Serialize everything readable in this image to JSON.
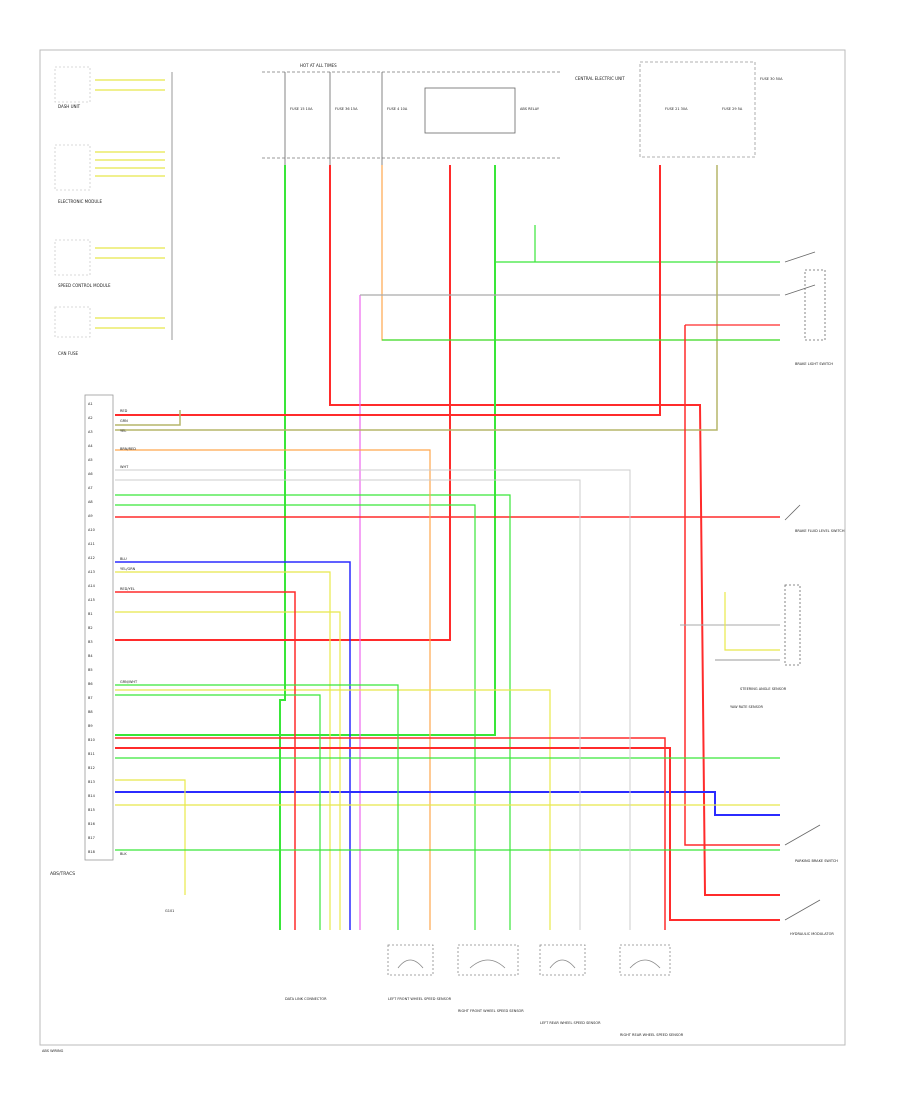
{
  "diagram": {
    "modules": {
      "dash_unit": {
        "label": "DASH UNIT"
      },
      "can_fuse": {
        "label": "CAN FUSE"
      },
      "hot_at_all_times": {
        "label": "HOT AT ALL TIMES"
      },
      "central_electric_unit": {
        "label": "CENTRAL ELECTRIC UNIT"
      },
      "electronic_module": {
        "label": "ELECTRONIC MODULE"
      },
      "speed_control_module": {
        "label": "SPEED CONTROL MODULE"
      },
      "abs_ecu": {
        "label": "ABS/TRACS"
      },
      "brake_light_switch": {
        "label": "BRAKE LIGHT SWITCH"
      },
      "steering_angle_sensor": {
        "label": "STEERING ANGLE SENSOR"
      },
      "yaw_rate_sensor": {
        "label": "YAW RATE SENSOR"
      },
      "brake_fluid_level": {
        "label": "BRAKE FLUID LEVEL SWITCH"
      },
      "parking_brake": {
        "label": "PARKING BRAKE SWITCH"
      },
      "hydraulic_modulator": {
        "label": "HYDRAULIC MODULATOR"
      },
      "lf_wheel_sensor": {
        "label": "LEFT FRONT WHEEL SPEED SENSOR"
      },
      "rf_wheel_sensor": {
        "label": "RIGHT FRONT WHEEL SPEED SENSOR"
      },
      "lr_wheel_sensor": {
        "label": "LEFT REAR WHEEL SPEED SENSOR"
      },
      "rr_wheel_sensor": {
        "label": "RIGHT REAR WHEEL SPEED SENSOR"
      },
      "data_link": {
        "label": "DATA LINK CONNECTOR"
      },
      "ground": {
        "label": "G101"
      }
    },
    "fuses": [
      {
        "label": "FUSE 15 10A"
      },
      {
        "label": "FUSE 36 15A"
      },
      {
        "label": "FUSE 4 10A"
      },
      {
        "label": "FUSE 21 30A"
      },
      {
        "label": "FUSE 29 5A"
      },
      {
        "label": "FUSE 30 50A"
      }
    ],
    "relay_label": "ABS RELAY",
    "wire_colors": {
      "red": "#ff2b2b",
      "green": "#39e639",
      "yellow": "#e8e84a",
      "blue": "#2b2bff",
      "orange": "#ffa64d",
      "magenta": "#ee66ee",
      "gray": "#aaaaaa",
      "olive": "#b5b56a"
    },
    "wire_labels": [
      "RED",
      "GRN",
      "YEL",
      "BLU",
      "WHT",
      "BRN/RED",
      "YEL/GRN",
      "RED/YEL",
      "GRN/WHT",
      "BLK"
    ],
    "pin_labels": [
      "A1",
      "A2",
      "A3",
      "A4",
      "A5",
      "A6",
      "A7",
      "A8",
      "A9",
      "A10",
      "A11",
      "A12",
      "A13",
      "A14",
      "A15",
      "B1",
      "B2",
      "B3",
      "B4",
      "B5",
      "B6",
      "B7",
      "B8",
      "B9",
      "B10",
      "B11",
      "B12",
      "B13",
      "B14",
      "B15",
      "B16",
      "B17",
      "B18"
    ],
    "footer": "ABS WIRING"
  }
}
